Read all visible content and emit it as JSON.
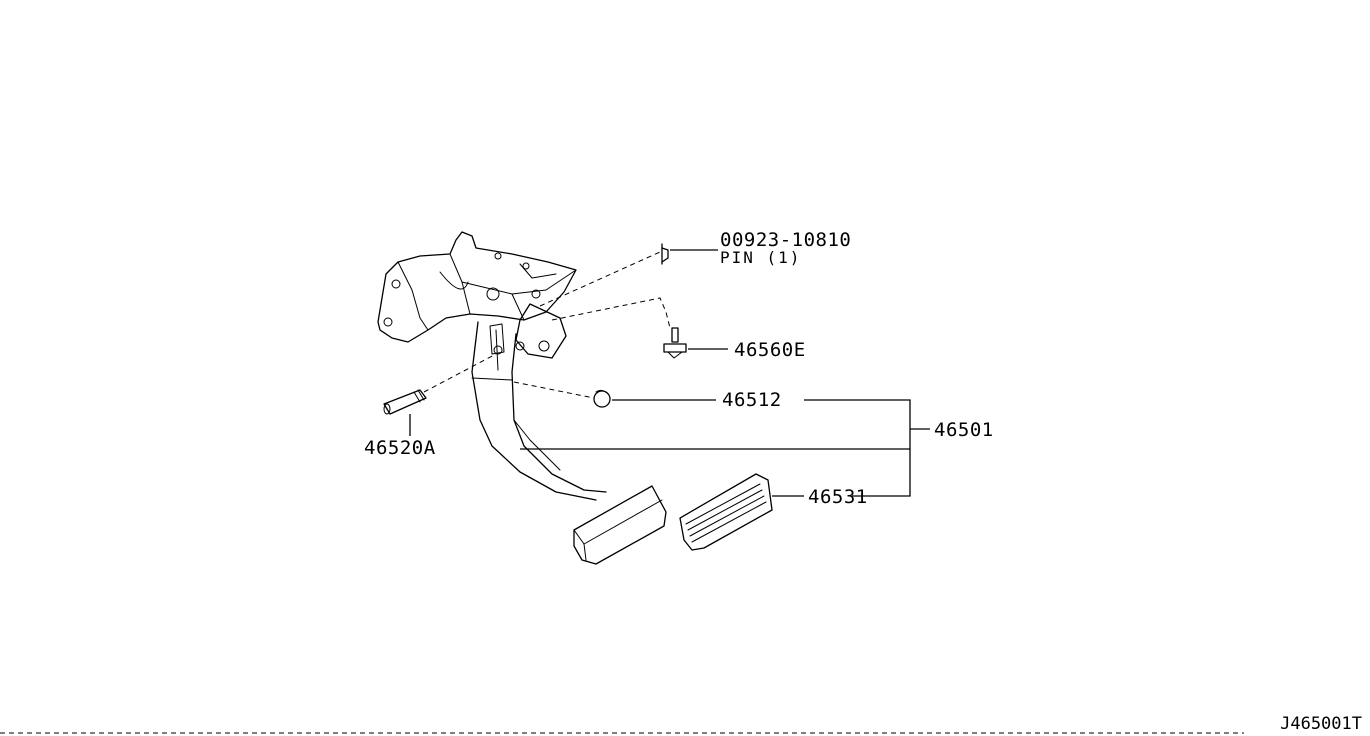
{
  "diagram": {
    "reference_code": "J465001T",
    "parts": [
      {
        "id": "pin",
        "number": "00923-10810",
        "description": "PIN (1)"
      },
      {
        "id": "bolt",
        "number": "46560E"
      },
      {
        "id": "bushing",
        "number": "46512"
      },
      {
        "id": "assembly",
        "number": "46501"
      },
      {
        "id": "shaft",
        "number": "46520A"
      },
      {
        "id": "pad",
        "number": "46531"
      }
    ]
  }
}
